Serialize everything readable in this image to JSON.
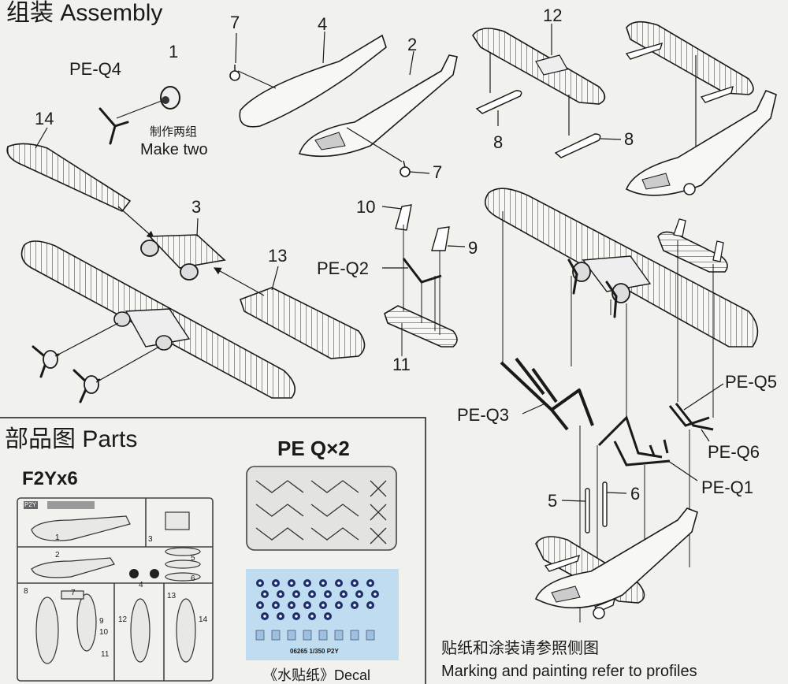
{
  "headings": {
    "assembly": "组装 Assembly",
    "parts": "部品图 Parts",
    "sprue": "F2Yx6",
    "pe": "PE Q×2",
    "decal": "《水贴纸》Decal",
    "marking_cn": "贴纸和涂装请参照侧图",
    "marking_en": "Marking and painting refer to profiles"
  },
  "notes": {
    "make_two_cn": "制作两组",
    "make_two_en": "Make two"
  },
  "callouts": {
    "p1": "1",
    "p2": "2",
    "p3": "3",
    "p4": "4",
    "p5": "5",
    "p6": "6",
    "p7a": "7",
    "p7b": "7",
    "p8a": "8",
    "p8b": "8",
    "p9": "9",
    "p10": "10",
    "p11": "11",
    "p12": "12",
    "p13": "13",
    "p14": "14",
    "peq1": "PE-Q1",
    "peq2": "PE-Q2",
    "peq3": "PE-Q3",
    "peq4": "PE-Q4",
    "peq5": "PE-Q5",
    "peq6": "PE-Q6"
  },
  "sprue_labels": {
    "tag": "P2Y",
    "n1": "1",
    "n2": "2",
    "n3": "3",
    "n4": "4",
    "n5": "5",
    "n6": "6",
    "n7": "7",
    "n8": "8",
    "n9": "9",
    "n10": "10",
    "n11": "11",
    "n12": "12",
    "n13": "13",
    "n14": "14"
  },
  "decal_sheet": {
    "code": "06265 1/350 P2Y"
  },
  "colors": {
    "background": "#f1f1ee",
    "line": "#1a1a1a",
    "decal_bg": "#bfdcf0",
    "roundel": "#1d2f6a"
  }
}
